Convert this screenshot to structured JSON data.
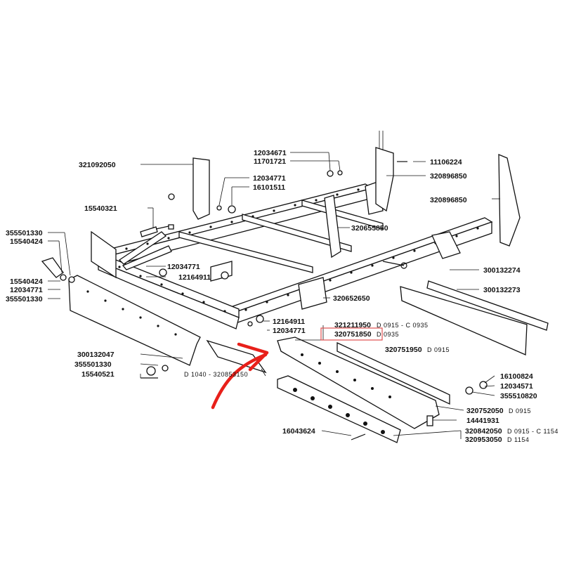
{
  "accent_color": "#e8201a",
  "highlight_box_color": "#e05050",
  "labels": {
    "p321092050": "321092050",
    "p12034671": "12034671",
    "p11701721": "11701721",
    "p11106224": "11106224",
    "p320896850a": "320896850",
    "p12034771a": "12034771",
    "p16101511": "16101511",
    "p320896850b": "320896850",
    "p15540321": "15540321",
    "p355501330a": "355501330",
    "p15540424a": "15540424",
    "p320655850": "320655850",
    "p300132274": "300132274",
    "p12034771b": "12034771",
    "p12164911a": "12164911",
    "p15540424b": "15540424",
    "p12034771c": "12034771",
    "p355501330b": "355501330",
    "p300132273": "300132273",
    "p320652650": "320652650",
    "p12164911b": "12164911",
    "p12034771d": "12034771",
    "p321211950": "321211950",
    "p321211950_code": "D 0915 - C 0935",
    "p320751850": "320751850",
    "p320751850_code": "D 0935",
    "p320751950": "320751950",
    "p320751950_code": "D 0915",
    "p300132047": "300132047",
    "p355501330c": "355501330",
    "p15540521": "15540521",
    "p_bottom_ref": "D 1040 - 320853150",
    "p16100824": "16100824",
    "p12034571": "12034571",
    "p355510820": "355510820",
    "p320752050": "320752050",
    "p320752050_code": "D 0915",
    "p14441931": "14441931",
    "p16043624": "16043624",
    "p320842050": "320842050",
    "p320842050_code": "D 0915 - C 1154",
    "p320953050": "320953050",
    "p320953050_code": "D 1154"
  }
}
